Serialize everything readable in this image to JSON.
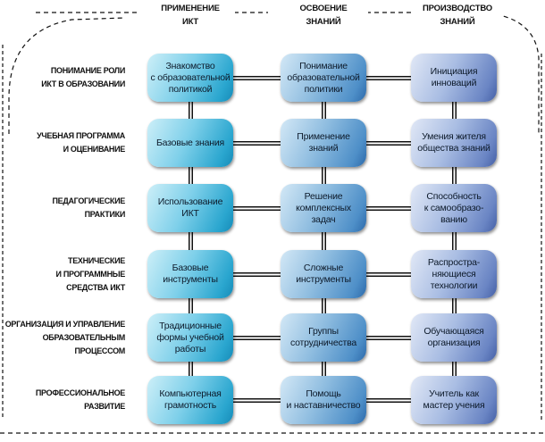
{
  "columns": [
    {
      "id": "application",
      "title_lines": [
        "ПРИМЕНЕНИЕ",
        "ИКТ"
      ]
    },
    {
      "id": "acquisition",
      "title_lines": [
        "ОСВОЕНИЕ",
        "ЗНАНИЙ"
      ]
    },
    {
      "id": "creation",
      "title_lines": [
        "ПРОИЗВОДСТВО",
        "ЗНАНИЙ"
      ]
    }
  ],
  "rows": [
    {
      "label_lines": [
        "ПОНИМАНИЕ РОЛИ",
        "ИКТ В ОБРАЗОВАНИИ"
      ],
      "cells": [
        [
          "Знакомство",
          "с образовательной",
          "политикой"
        ],
        [
          "Понимание",
          "образовательной",
          "политики"
        ],
        [
          "Инициация",
          "инноваций"
        ]
      ]
    },
    {
      "label_lines": [
        "УЧЕБНАЯ ПРОГРАММА",
        "И ОЦЕНИВАНИЕ"
      ],
      "cells": [
        [
          "Базовые знания"
        ],
        [
          "Применение",
          "знаний"
        ],
        [
          "Умения жителя",
          "общества знаний"
        ]
      ]
    },
    {
      "label_lines": [
        "ПЕДАГОГИЧЕСКИЕ",
        "ПРАКТИКИ"
      ],
      "cells": [
        [
          "Использование",
          "ИКТ"
        ],
        [
          "Решение",
          "комплексных",
          "задач"
        ],
        [
          "Способность",
          "к самообразо-",
          "ванию"
        ]
      ]
    },
    {
      "label_lines": [
        "ТЕХНИЧЕСКИЕ",
        "И ПРОГРАММНЫЕ",
        "СРЕДСТВА ИКТ"
      ],
      "cells": [
        [
          "Базовые",
          "инструменты"
        ],
        [
          "Сложные",
          "инструменты"
        ],
        [
          "Распростра-",
          "няющиеся",
          "технологии"
        ]
      ]
    },
    {
      "label_lines": [
        "ОРГАНИЗАЦИЯ И УПРАВЛЕНИЕ",
        "ОБРАЗОВАТЕЛЬНЫМ",
        "ПРОЦЕССОМ"
      ],
      "cells": [
        [
          "Традиционные",
          "формы учебной",
          "работы"
        ],
        [
          "Группы",
          "сотрудничества"
        ],
        [
          "Обучающаяся",
          "организация"
        ]
      ]
    },
    {
      "label_lines": [
        "ПРОФЕССИОНАЛЬНОЕ",
        "РАЗВИТИЕ"
      ],
      "cells": [
        [
          "Компьютерная",
          "грамотность"
        ],
        [
          "Помощь",
          "и наставничество"
        ],
        [
          "Учитель как",
          "мастер учения"
        ]
      ]
    }
  ],
  "colors": {
    "column_1": "#2aa6cf",
    "column_2": "#4e8fc8",
    "column_3": "#6a85c4",
    "connector": "#111111",
    "frame": "#111111"
  }
}
